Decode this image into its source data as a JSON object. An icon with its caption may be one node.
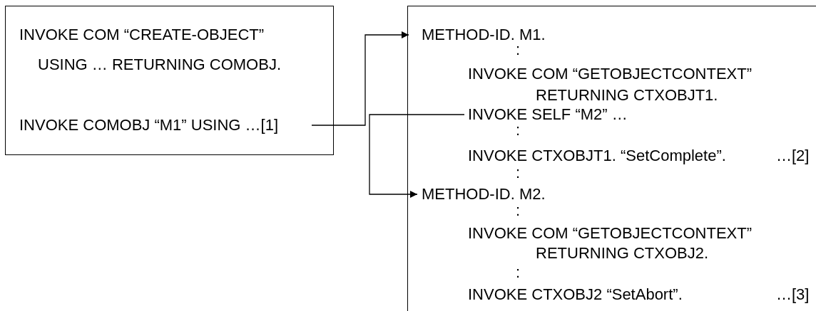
{
  "diagram": {
    "nodes": [
      {
        "text": [
          "INVOKE COM “CREATE-OBJECT” USING … RETURNING COMOBJ."
        ]
      },
      {
        "text": [
          "INVOKE COMOBJ “M1” USING …[1]"
        ],
        "in": 0
      },
      {
        "text": [
          ":",
          "INVOKE COM “GETOBJECTCONTEXT” RETURNING CTXOBJT1.",
          ":",
          "INVOKE CTXOBJT1. “SetComplete”.",
          "…[2]",
          ":",
          ":",
          "INVOKE COM “GETOBJECTCONTEXT” RETURNING CTXOBJ2.",
          ":",
          "INVOKE CTXOBJ2 “SetAbort”.",
          "…[3]"
        ]
      },
      {
        "text": [
          "METHOD-ID. M1."
        ],
        "in": 2
      },
      {
        "text": [
          "INVOKE SELF “M2” …"
        ],
        "in": 2
      },
      {
        "text": [
          "METHOD-ID. M2."
        ],
        "in": 2
      }
    ],
    "edges": [
      {
        "from": 1,
        "to": 3,
        "arrow": "to"
      },
      {
        "from": 4,
        "to": 5,
        "arrow": "to"
      }
    ]
  }
}
